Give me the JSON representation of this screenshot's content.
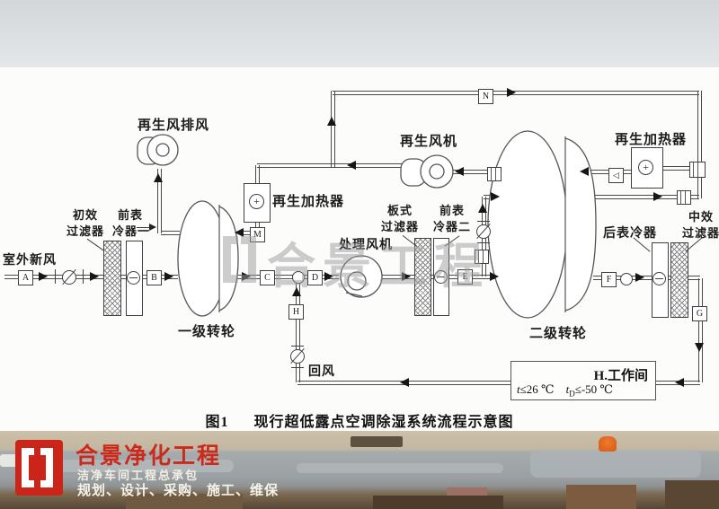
{
  "watermark": {
    "text": "合景工程"
  },
  "diagram": {
    "caption_fig": "图1",
    "caption_text": "现行超低露点空调除湿系统流程示意图",
    "labels": {
      "outdoor": "室外新风",
      "primary_filter_1": "初效",
      "primary_filter_2": "过滤器",
      "front_cooler1_1": "前表",
      "front_cooler1_2": "冷器一",
      "regen_exhaust": "再生风排风",
      "wheel1": "一级转轮",
      "regen_heater_left": "再生加热器",
      "regen_fan": "再生风机",
      "process_fan": "处理风机",
      "plate_filter_1": "板式",
      "plate_filter_2": "过滤器",
      "front_cooler2_1": "前表",
      "front_cooler2_2": "冷器二",
      "wheel2": "二级转轮",
      "regen_heater_right": "再生加热器",
      "rear_cooler": "后表冷器",
      "mid_filter_1": "中效",
      "mid_filter_2": "过滤器",
      "return_air": "回风",
      "workroom": "H.工作间",
      "temp_room_base": "t",
      "temp_room_rest": "≤26 ℃",
      "temp_dew_base": "t",
      "temp_dew_sub": "D",
      "temp_dew_rest": "≤-50 ℃"
    },
    "points": {
      "a": "A",
      "b": "B",
      "c": "C",
      "d": "D",
      "e": "E",
      "f": "F",
      "g": "G",
      "h": "H",
      "m": "M",
      "n": "N"
    },
    "valve_glyph": "◁",
    "heater_glyph": "+"
  },
  "footer": {
    "company": "合景净化工程",
    "subtitle": "洁净车间工程总承包",
    "services": "规划、设计、采购、施工、维保"
  }
}
